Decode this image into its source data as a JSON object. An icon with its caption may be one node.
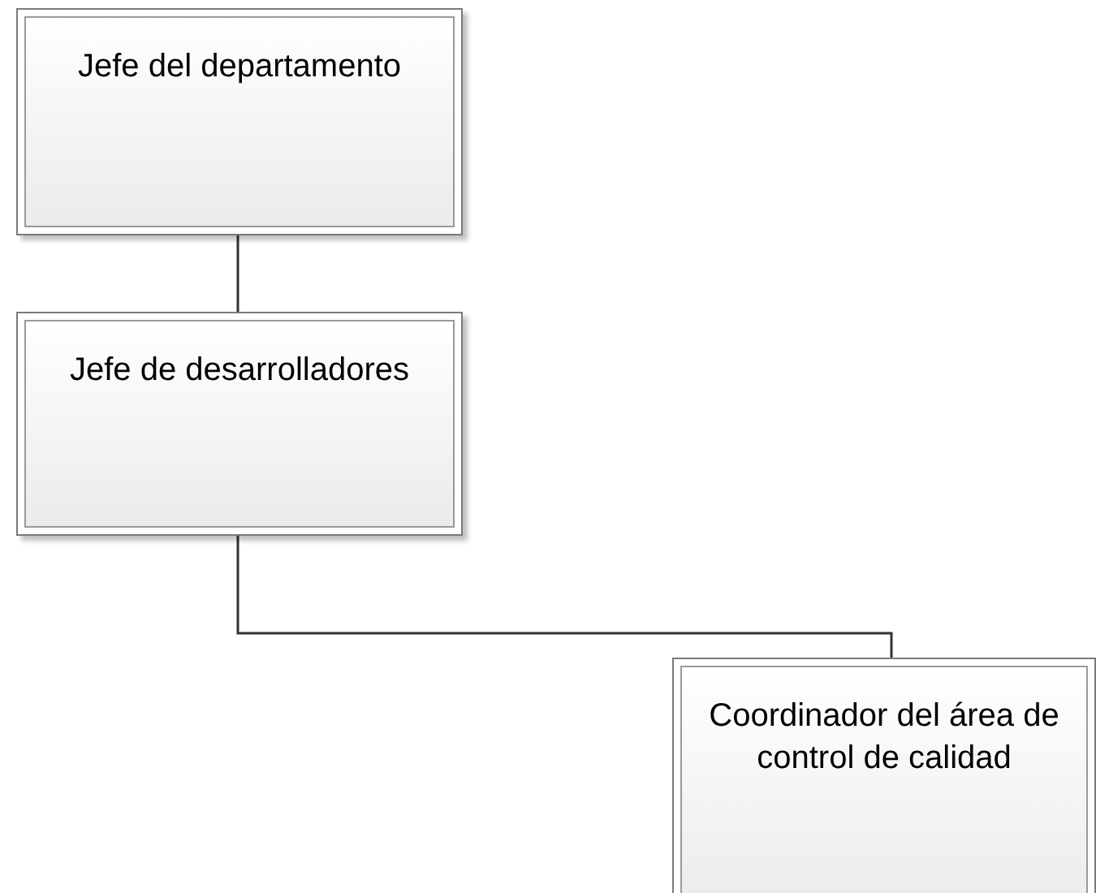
{
  "diagram": {
    "nodes": [
      {
        "text": [
          "Jefe del departamento"
        ]
      },
      {
        "text": [
          "Jefe de desarrolladores"
        ]
      },
      {
        "text": [
          "Coordinador del área de control de calidad"
        ]
      }
    ],
    "edges": [
      {
        "from": 0,
        "to": 1,
        "arrow": "none"
      },
      {
        "from": 1,
        "to": 2,
        "arrow": "none"
      }
    ]
  }
}
